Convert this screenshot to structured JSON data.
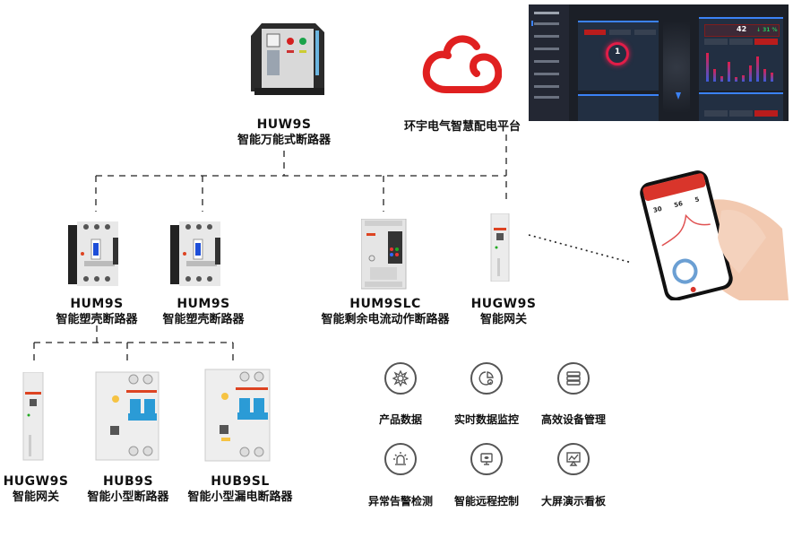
{
  "platform": {
    "name": "环宇电气智慧配电平台",
    "brand_color": "#e02020",
    "dashboard": {
      "left_panel_value": "1",
      "right_panel_value": "42",
      "right_panel_change": "↓ 31 %"
    }
  },
  "phone": {
    "stats": [
      "30",
      "56",
      "5"
    ]
  },
  "devices": {
    "top": {
      "model": "HUW9S",
      "name": "智能万能式断路器"
    },
    "mid": [
      {
        "model": "HUM9S",
        "name": "智能塑壳断路器"
      },
      {
        "model": "HUM9S",
        "name": "智能塑壳断路器"
      },
      {
        "model": "HUM9SLC",
        "name": "智能剩余电流动作断路器"
      },
      {
        "model": "HUGW9S",
        "name": "智能网关"
      }
    ],
    "bottom": [
      {
        "model": "HUGW9S",
        "name": "智能网关"
      },
      {
        "model": "HUB9S",
        "name": "智能小型断路器"
      },
      {
        "model": "HUB9SL",
        "name": "智能小型漏电断路器"
      }
    ]
  },
  "features": [
    {
      "icon": "product-data-icon",
      "label": "产品数据"
    },
    {
      "icon": "realtime-monitor-icon",
      "label": "实时数据监控"
    },
    {
      "icon": "device-management-icon",
      "label": "高效设备管理"
    },
    {
      "icon": "alarm-icon",
      "label": "异常告警检测"
    },
    {
      "icon": "remote-control-icon",
      "label": "智能远程控制"
    },
    {
      "icon": "big-screen-icon",
      "label": "大屏演示看板"
    }
  ]
}
